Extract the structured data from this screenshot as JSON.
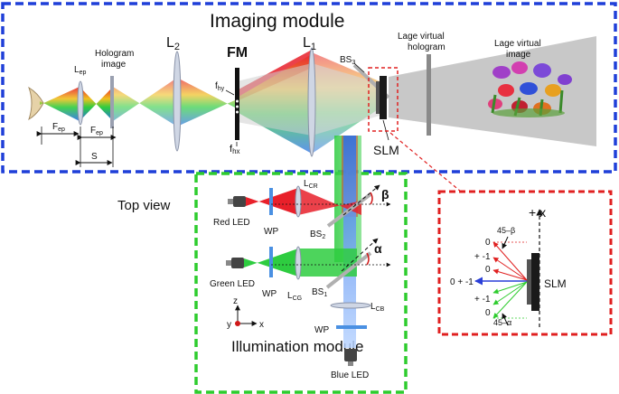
{
  "modules": {
    "imaging": "Imaging  module",
    "illumination": "Illumination module",
    "top_view": "Top view"
  },
  "labels": {
    "lep": "L",
    "lep_sub": "ep",
    "hologram_image_1": "Hologram",
    "hologram_image_2": "image",
    "l2": "L",
    "l2_sub": "2",
    "fm": "FM",
    "l1": "L",
    "l1_sub": "1",
    "bs3": "BS",
    "bs3_sub": "3",
    "fhy": "f",
    "fhy_sub": "hy",
    "fhx": "f",
    "fhx_sub": "hx",
    "slm": "SLM",
    "virtual_hologram_1": "Lage virtual",
    "virtual_hologram_2": "hologram",
    "virtual_image_1": "Lage virtual",
    "virtual_image_2": "image",
    "fep_1": "F",
    "fep_1_sub": "ep",
    "fep_2": "F",
    "fep_2_sub": "ep",
    "s": "S",
    "red_led": "Red LED",
    "green_led": "Green LED",
    "blue_led": "Blue LED",
    "wp_red": "WP",
    "wp_green": "WP",
    "wp_blue": "WP",
    "lcr": "L",
    "lcr_sub": "CR",
    "lcg": "L",
    "lcg_sub": "CG",
    "lcb": "L",
    "lcb_sub": "CB",
    "bs2": "BS",
    "bs2_sub": "2",
    "bs1": "BS",
    "bs1_sub": "1",
    "beta": "β",
    "alpha": "α",
    "axis_z": "z",
    "axis_y": "y",
    "axis_x": "x"
  },
  "inset": {
    "plus_x": "+ x",
    "slm": "SLM",
    "angle_beta": "45–β",
    "angle_alpha": "45–α",
    "zero_top": "0",
    "pm1_top": "+ -1",
    "zero_mid_upper": "0",
    "center": "0 + -1",
    "pm1_low": "+ -1",
    "zero_low": "0"
  },
  "colors": {
    "imaging_frame": "#1f3fd8",
    "illumination_frame": "#2ecc2e",
    "inset_frame": "#e02020",
    "red_beam": "#e8202a",
    "green_beam": "#2ecc40",
    "blue_beam": "#2a6fe8"
  }
}
